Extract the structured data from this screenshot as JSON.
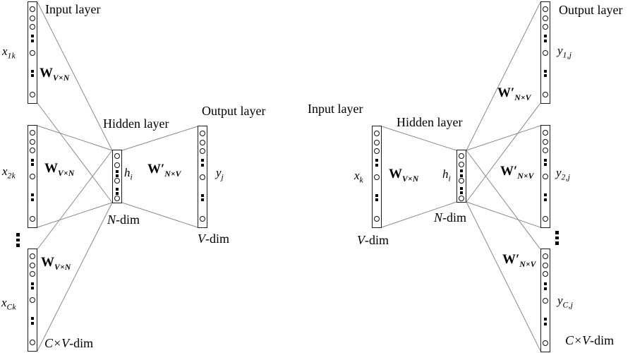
{
  "vector_glyphs": {
    "tall": [
      "circle",
      "circle",
      "circle",
      "dots",
      "circle",
      "dots",
      "circle"
    ],
    "short": [
      "circle",
      "circle",
      "dots",
      "circle",
      "dots",
      "circle"
    ]
  },
  "left": {
    "input_layer_title": "Input layer",
    "hidden_layer_title": "Hidden layer",
    "output_layer_title": "Output layer",
    "inputs": [
      {
        "var": "x",
        "sub": "1k"
      },
      {
        "var": "x",
        "sub": "2k"
      },
      {
        "var": "x",
        "sub": "Ck"
      }
    ],
    "weights_in": [
      {
        "base": "W",
        "sub": "V×N"
      },
      {
        "base": "W",
        "sub": "V×N"
      },
      {
        "base": "W",
        "sub": "V×N"
      }
    ],
    "weight_out": {
      "base": "W′",
      "sub": "N×V"
    },
    "hidden_var": {
      "var": "h",
      "sub": "i"
    },
    "hidden_dim": {
      "em": "N",
      "rest": "-dim"
    },
    "output_var": {
      "var": "y",
      "sub": "j"
    },
    "output_dim": {
      "em": "V",
      "rest": "-dim"
    },
    "input_total_dim": {
      "em": "C×V",
      "rest": "-dim"
    }
  },
  "right": {
    "input_layer_title": "Input layer",
    "hidden_layer_title": "Hidden layer",
    "output_layer_title": "Output layer",
    "input_var": {
      "var": "x",
      "sub": "k"
    },
    "input_dim": {
      "em": "V",
      "rest": "-dim"
    },
    "weight_in": {
      "base": "W",
      "sub": "V×N"
    },
    "hidden_var": {
      "var": "h",
      "sub": "i"
    },
    "hidden_dim": {
      "em": "N",
      "rest": "-dim"
    },
    "weights_out": [
      {
        "base": "W′",
        "sub": "N×V"
      },
      {
        "base": "W′",
        "sub": "N×V"
      },
      {
        "base": "W′",
        "sub": "N×V"
      }
    ],
    "outputs": [
      {
        "var": "y",
        "sub": "1,j"
      },
      {
        "var": "y",
        "sub": "2,j"
      },
      {
        "var": "y",
        "sub": "C,j"
      }
    ],
    "output_total_dim": {
      "em": "C×V",
      "rest": "-dim"
    }
  }
}
